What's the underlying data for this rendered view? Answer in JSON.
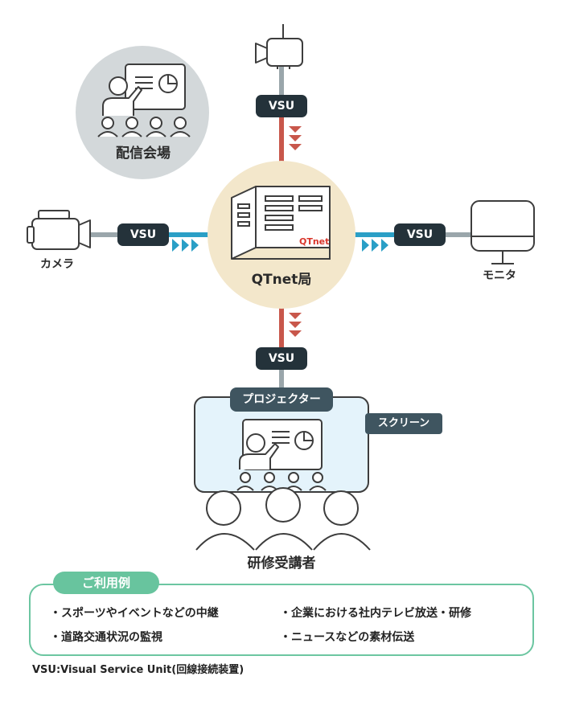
{
  "nodes": {
    "venue": "配信会場",
    "station": "QTnet局",
    "camera": "カメラ",
    "monitor": "モニタ",
    "projector": "プロジェクター",
    "screen": "スクリーン",
    "trainees": "研修受講者"
  },
  "logo_text": "QTnet",
  "vsu_label": "VSU",
  "usage": {
    "title": "ご利用例",
    "items": [
      "・スポーツやイベントなどの中継",
      "・企業における社内テレビ放送・研修",
      "・道路交通状況の監視",
      "・ニュースなどの素材伝送"
    ]
  },
  "footnote": "VSU:Visual Service Unit(回線接続装置)",
  "colors": {
    "line_red": "#c8574b",
    "line_blue": "#2a9fc6",
    "line_gray": "#9aa6ab",
    "station_fill": "#f3e7cb",
    "venue_fill": "#d3d8da",
    "screen_fill": "#e4f3fb",
    "tag_fill": "#24323a",
    "usage_border": "#6cc6a1"
  }
}
